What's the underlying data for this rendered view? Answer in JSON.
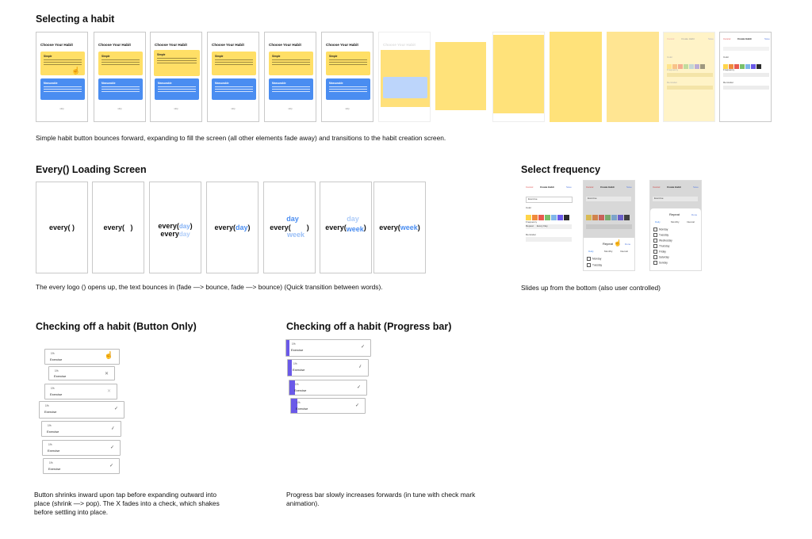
{
  "section1": {
    "title": "Selecting a habit",
    "frame_title": "Choose Your Habit",
    "card_simple": "Simple",
    "card_measurable": "Measurable",
    "skip": "skip",
    "caption": "Simple habit button bounces forward, expanding to fill the screen (all other elements fade away) and transitions to the habit creation screen.",
    "create_title": "Create Habit",
    "cancel": "Cancel",
    "save": "Save",
    "color_label": "Color",
    "frequency_label": "Frequency",
    "reminder_label": "Reminder",
    "repeat_label": "Repeat",
    "repeat_value": "Every Day",
    "colors": [
      "#ffd54a",
      "#f08a3c",
      "#e85a4f",
      "#7ac06b",
      "#7fb6ea",
      "#6a59e8",
      "#2c2c2c"
    ]
  },
  "section2": {
    "title": "Every() Loading Screen",
    "caption": "The every logo () opens up, the text bounces in (fade —> bounce, fade —> bounce) (Quick transition between words).",
    "f1": "every( )",
    "f2": "every(   )",
    "f3_a": "every(",
    "f3_b": "day",
    "f3_c": ")",
    "f3_d": "every",
    "f3_e": "day",
    "f4_a": "every(",
    "f4_b": "day",
    "f4_c": ")",
    "f5_a": "every(",
    "f5_b": ")",
    "f5_c": "day",
    "f5_d": "week",
    "f6_a": "every(",
    "f6_b": "week",
    "f6_c": ")",
    "f6_d": "day",
    "f7_a": "every(",
    "f7_b": "week",
    "f7_c": ")"
  },
  "section3": {
    "title": "Select frequency",
    "caption": "Slides up from the bottom (also user controlled)",
    "create_title": "Create Habit",
    "cancel": "Cancel",
    "done": "Done",
    "exercise": "Exercise",
    "repeat_title": "Repeat",
    "tabs": [
      "Daily",
      "Monthly",
      "Interval"
    ],
    "days": [
      "Monday",
      "Tuesday",
      "Wednesday",
      "Thursday",
      "Friday",
      "Saturday",
      "Sunday"
    ]
  },
  "section4": {
    "title": "Checking off a habit (Button Only)",
    "caption": "Button shrinks inward upon tap before expanding outward into place (shrink —> pop). The X fades into a check, which shakes before settling into place.",
    "pct": "1%",
    "name": "Exercise",
    "x_mark": "✕",
    "check_mark": "✓"
  },
  "section5": {
    "title": "Checking off a habit (Progress bar)",
    "caption": "Progress bar slowly increases forwards (in tune with check mark animation).",
    "pct": "1%",
    "name": "Exercise",
    "check_mark": "✓"
  }
}
